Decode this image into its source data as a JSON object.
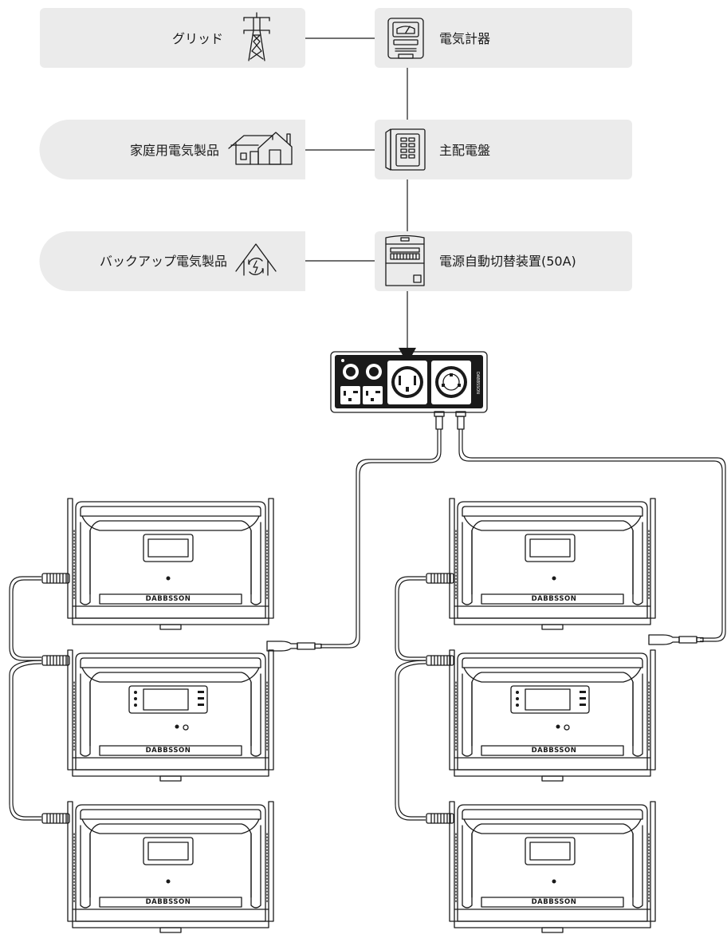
{
  "labels": {
    "grid": "グリッド",
    "meter": "電気計器",
    "home_appliances": "家庭用電気製品",
    "main_panel": "主配電盤",
    "backup_appliances": "バックアップ電気製品",
    "transfer_switch": "電源自動切替装置(50A)"
  },
  "brand": "DABBSSON",
  "hub_brand": "DABBSSON",
  "icons": {
    "grid": "power-tower-icon",
    "meter": "electric-meter-icon",
    "home": "house-icon",
    "panel": "breaker-panel-icon",
    "backup": "backup-power-house-icon",
    "switch": "transfer-switch-icon"
  },
  "colors": {
    "box_fill": "#ebebeb",
    "stroke": "#1a1a1a"
  }
}
